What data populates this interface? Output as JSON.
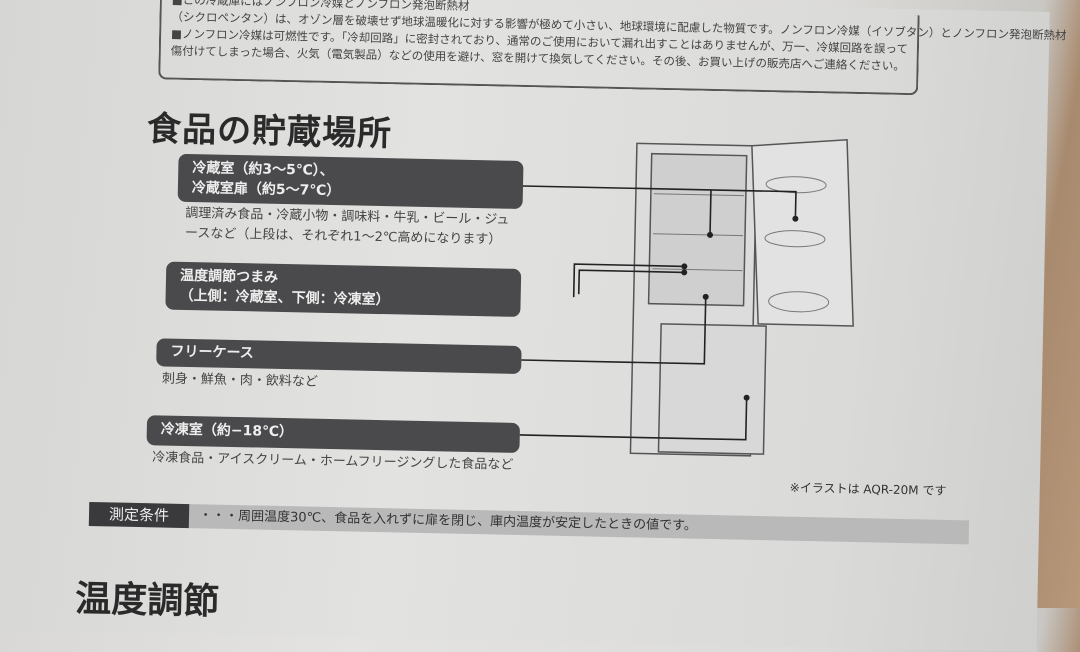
{
  "notice": {
    "lines": [
      "■この冷蔵庫にはノンフロン冷媒とノンフロン発泡断熱材",
      "（シクロペンタン）は、オゾン層を破壊せず地球温暖化に対する影響が極めて小さい、地球環境に配慮した物質です。ノンフロン冷媒（イソブタン）とノンフロン発泡断熱材",
      "■ノンフロン冷媒は可燃性です。「冷却回路」に密封されており、通常のご使用において漏れ出すことはありませんが、万一、冷媒回路を誤って",
      "傷付けてしまった場合、火気（電気製品）などの使用を避け、窓を開けて換気してください。その後、お買い上げの販売店へご連絡ください。"
    ]
  },
  "title": "食品の貯蔵場所",
  "sections": [
    {
      "label_lines": [
        "冷蔵室（約3〜5℃）、",
        "冷蔵室扉（約5〜7℃）"
      ],
      "desc_lines": [
        "調理済み食品・冷蔵小物・調味料・牛乳・ビール・ジュ",
        "ースなど（上段は、それぞれ1〜2℃高めになります）"
      ]
    },
    {
      "label_lines": [
        "温度調節つまみ",
        "（上側：冷蔵室、下側：冷凍室）"
      ],
      "desc_lines": []
    },
    {
      "label_lines": [
        "フリーケース"
      ],
      "desc_lines": [
        "刺身・鮮魚・肉・飲料など"
      ]
    },
    {
      "label_lines": [
        "冷凍室（約−18℃）"
      ],
      "desc_lines": [
        "冷凍食品・アイスクリーム・ホームフリージングした食品など"
      ]
    }
  ],
  "illustration_note": "※イラストは AQR-20M です",
  "condition": {
    "label": "測定条件",
    "text": "・・・周囲温度30℃、食品を入れずに扉を閉じ、庫内温度が安定したときの値です。"
  },
  "next_heading": "温度調節"
}
